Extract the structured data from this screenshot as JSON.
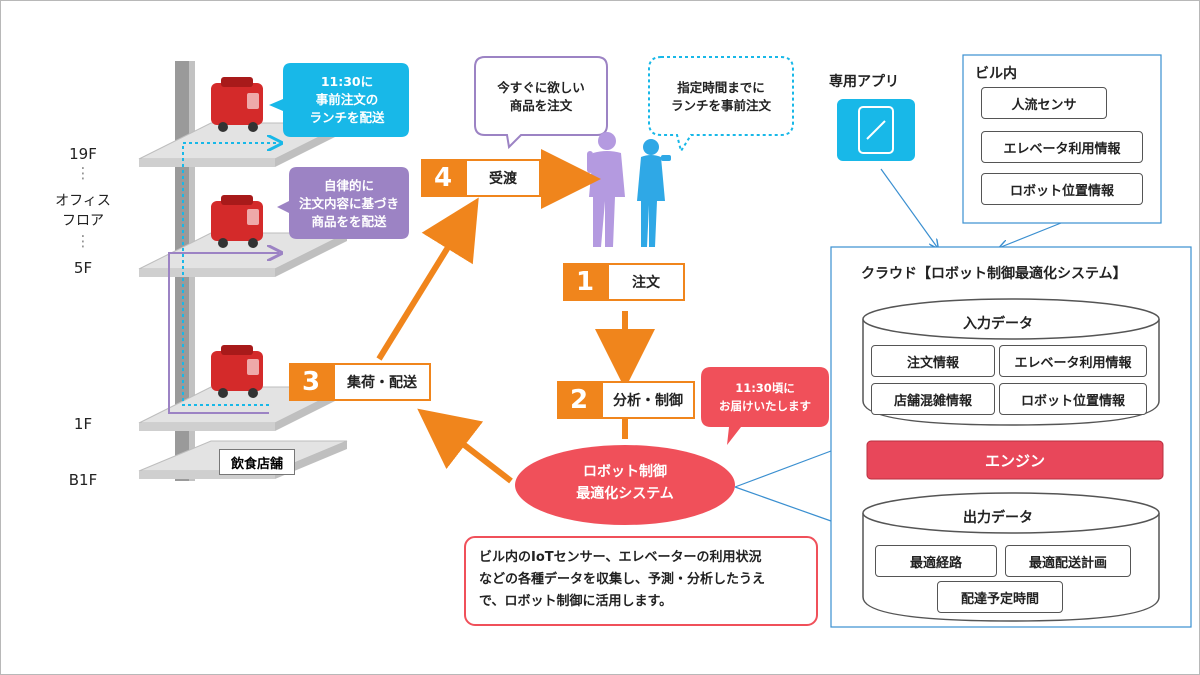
{
  "floors": {
    "f19": "19F",
    "dots": "⋮",
    "office": "オフィス\nフロア",
    "f5": "5F",
    "f1": "1F",
    "b1": "B1F"
  },
  "restaurant": "飲食店舗",
  "bubbles": {
    "lunch_preorder": "11:30に\n事前注文の\nランチを配送",
    "autonomous": "自律的に\n注文内容に基づき\n商品をを配送",
    "now": "今すぐに欲しい\n商品を注文",
    "scheduled": "指定時間までに\nランチを事前注文",
    "arrival": "11:30頃に\nお届けいたします"
  },
  "steps": [
    {
      "num": "1",
      "label": "注文"
    },
    {
      "num": "2",
      "label": "分析・制御"
    },
    {
      "num": "3",
      "label": "集荷・配送"
    },
    {
      "num": "4",
      "label": "受渡"
    }
  ],
  "system": {
    "name": "ロボット制御\n最適化システム",
    "description": "ビル内のIoTセンサー、エレベーターの利用状況\nなどの各種データを収集し、予測・分析したうえ\nで、ロボット制御に活用します。"
  },
  "app": {
    "label": "専用アプリ"
  },
  "building": {
    "title": "ビル内",
    "items": [
      "人流センサ",
      "エレベータ利用情報",
      "ロボット位置情報"
    ]
  },
  "cloud": {
    "title": "クラウド【ロボット制御最適化システム】",
    "input": {
      "title": "入力データ",
      "items": [
        "注文情報",
        "エレベータ利用情報",
        "店舗混雑情報",
        "ロボット位置情報"
      ]
    },
    "engine": "エンジン",
    "output": {
      "title": "出力データ",
      "items": [
        "最適経路",
        "最適配送計画",
        "配達予定時間"
      ]
    }
  },
  "colors": {
    "orange": "#f0851c",
    "cyan": "#18b8e8",
    "purple": "#9c83c4",
    "red": "#f0505a",
    "robot": "#d42a2a",
    "person_purple": "#b49ae0",
    "person_blue": "#2fa8e6"
  }
}
